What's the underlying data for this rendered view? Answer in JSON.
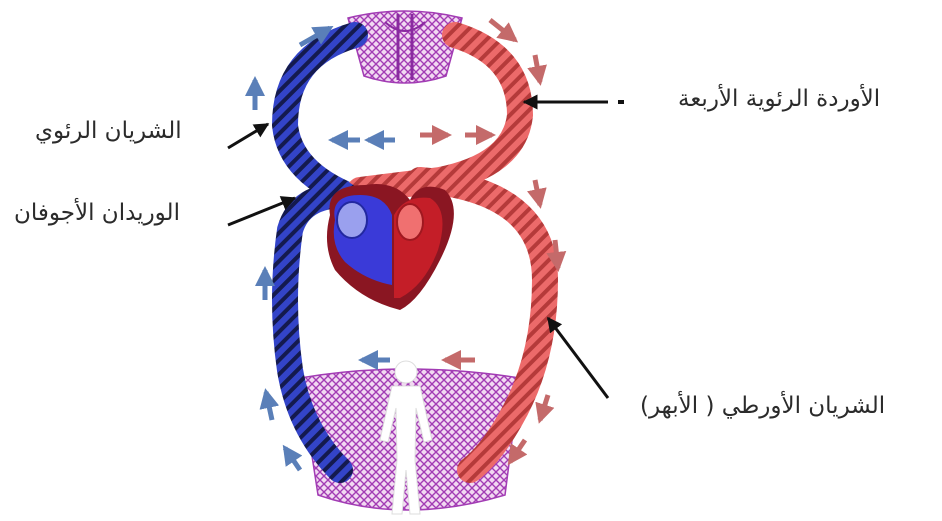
{
  "labels": {
    "pulmonary_veins": "الأوردة الرئوية الأربعة",
    "pulmonary_artery": "الشريان الرئوي",
    "venae_cavae": "الوريدان الأجوفان",
    "aorta": "الشريان الأورطي ( الأبهر)"
  },
  "colors": {
    "oxygenated": "#e05a5a",
    "deoxygenated": "#2f3fb0",
    "heart_right": "#3a3ad8",
    "heart_left": "#c41e28",
    "capillaries": "#b04ec0",
    "arrow_blue": "#5a7fb8",
    "arrow_red": "#c46a6a"
  }
}
